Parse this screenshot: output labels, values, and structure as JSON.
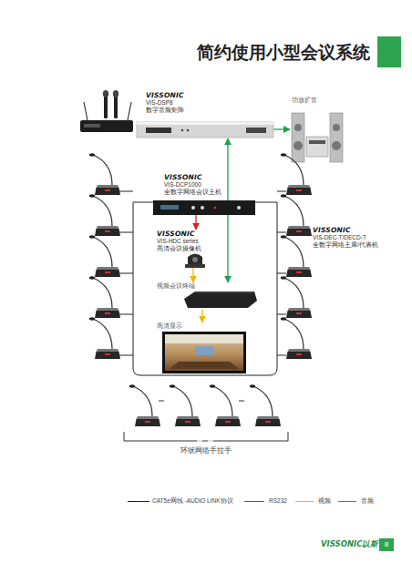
{
  "diagram": {
    "title": "简约使用小型会议系统",
    "nodes": [
      {
        "text": [
          "VISSONIC",
          "VIS-DSP8",
          "数字音频矩阵"
        ]
      },
      {
        "text": [
          "功放扩音"
        ]
      },
      {
        "text": [
          "VISSONIC",
          "VIS-DCP1000",
          "全数字网络会议主机"
        ]
      },
      {
        "text": [
          "VISSONIC",
          "VIS-HDC series",
          "高清会议摄像机"
        ]
      },
      {
        "text": [
          "VISSONIC",
          "VIS-DEC-T/DECD-T",
          "全数字网络主席/代表机"
        ]
      },
      {
        "text": [
          "视频会议终端"
        ]
      },
      {
        "text": [
          "高清显示"
        ]
      }
    ],
    "edges": [
      {
        "from": 0,
        "to": 1,
        "arrow": "to"
      },
      {
        "from": 0,
        "to": 5,
        "arrow": "both"
      },
      {
        "from": 2,
        "to": 3,
        "arrow": "to"
      },
      {
        "from": 3,
        "to": 5,
        "arrow": "to"
      },
      {
        "from": 5,
        "to": 6,
        "arrow": "to"
      }
    ],
    "labels": [
      "环状网络手拉手",
      "VISSONIC以斯",
      "8"
    ],
    "legend": [
      {
        "text": "CAT5e网线 -AUDIO LINK协议"
      },
      {
        "text": "RS232"
      },
      {
        "text": "视频"
      },
      {
        "text": "音频"
      }
    ]
  }
}
